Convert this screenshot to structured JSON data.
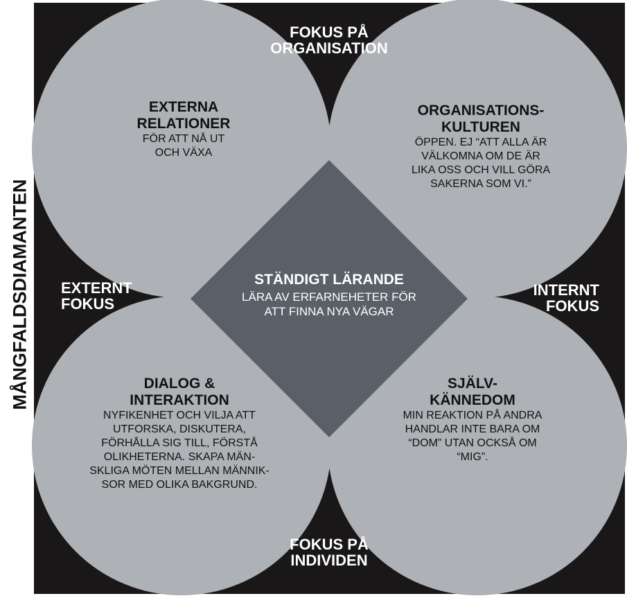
{
  "side_label": "MÅNGFALDSDIAMANTEN",
  "axes": {
    "top": [
      "FOKUS PÅ",
      "ORGANISATION"
    ],
    "bottom": [
      "FOKUS PÅ",
      "INDIVIDEN"
    ],
    "left": [
      "EXTERNT",
      "FOKUS"
    ],
    "right": [
      "INTERNT",
      "FOKUS"
    ]
  },
  "quadrants": {
    "top_left": {
      "title": [
        "EXTERNA",
        "RELATIONER"
      ],
      "desc": [
        "FÖR ATT NÅ UT",
        "OCH VÄXA"
      ]
    },
    "top_right": {
      "title": [
        "ORGANISATIONS-",
        "KULTUREN"
      ],
      "desc": [
        "ÖPPEN. EJ “ATT ALLA ÄR",
        "VÄLKOMNA OM DE ÄR",
        "LIKA OSS OCH VILL GÖRA",
        "SAKERNA SOM VI.”"
      ]
    },
    "bottom_left": {
      "title": [
        "DIALOG &",
        "INTERAKTION"
      ],
      "desc": [
        "NYFIKENHET OCH VILJA ATT",
        "UTFORSKA, DISKUTERA,",
        "FÖRHÅLLA SIG TILL, FÖRSTÅ",
        "OLIKHETERNA. SKAPA MÄN-",
        "SKLIGA MÖTEN MELLAN MÄNNIK-",
        "SOR MED OLIKA BAKGRUND."
      ]
    },
    "bottom_right": {
      "title": [
        "SJÄLV-",
        "KÄNNEDOM"
      ],
      "desc": [
        "MIN REAKTION PÅ ANDRA",
        "HANDLAR INTE BARA OM",
        "“DOM” UTAN OCKSÅ OM",
        "“MIG”."
      ]
    }
  },
  "center": {
    "title": "STÄNDIGT LÄRANDE",
    "desc": [
      "LÄRA AV ERFARNEHETER FÖR",
      "ATT FINNA NYA VÄGAR"
    ]
  },
  "colors": {
    "background": "#1a1718",
    "circle": "#aeb1b5",
    "diamond": "#5a6068",
    "light_text": "#ffffff",
    "dark_text": "#111111"
  }
}
